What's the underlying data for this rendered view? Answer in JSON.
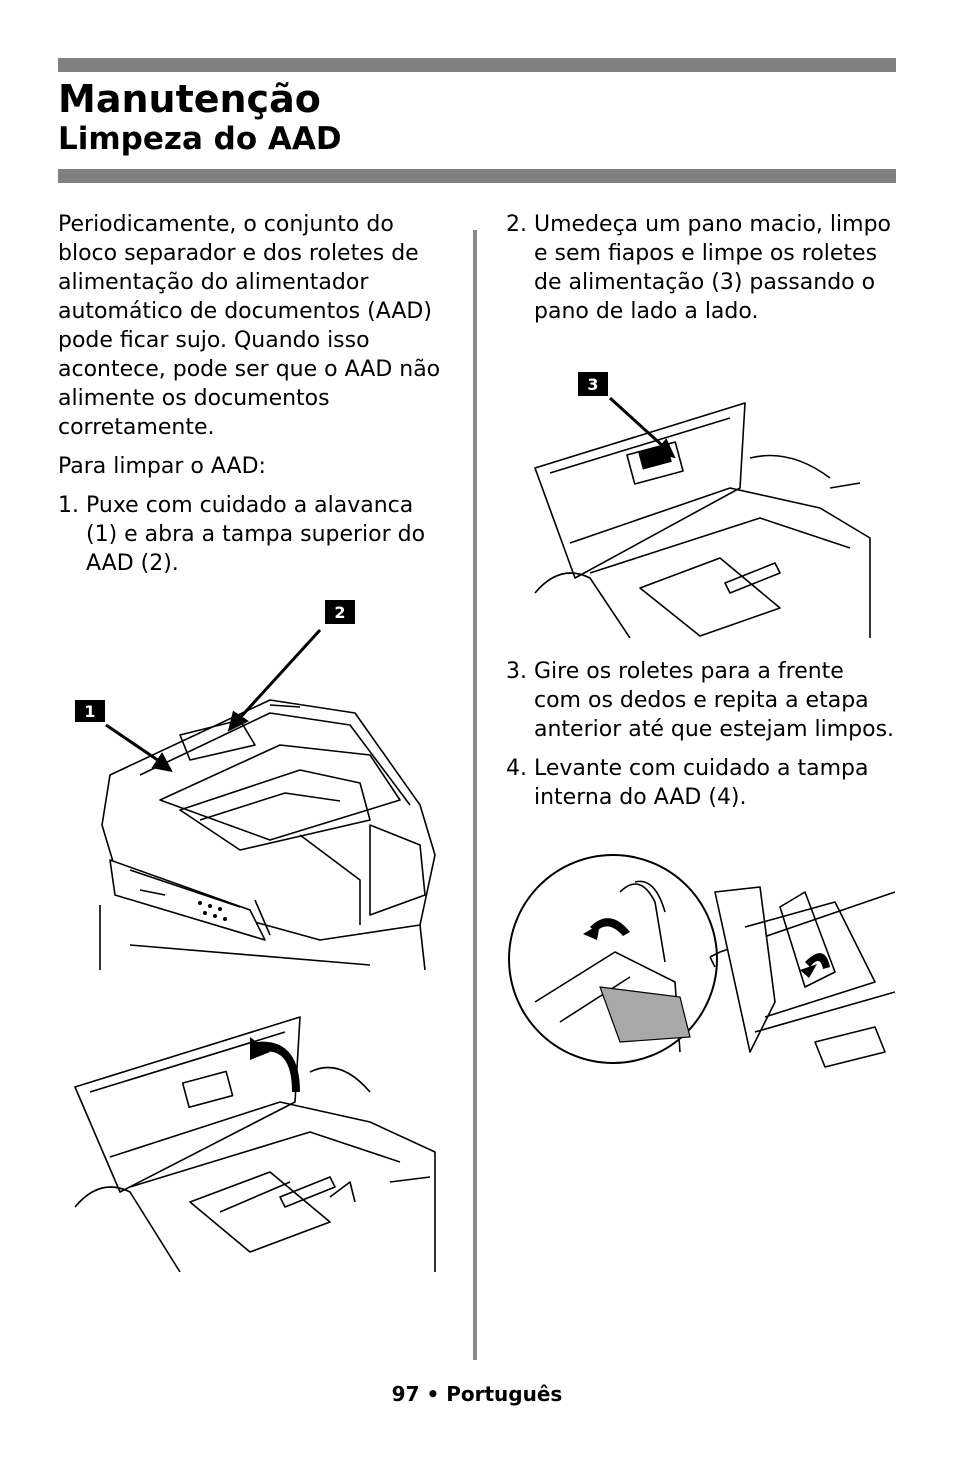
{
  "header": {
    "title": "Manutenção",
    "subtitle": "Limpeza do AAD"
  },
  "left_column": {
    "intro": "Periodicamente, o conjunto do bloco separador e dos roletes de alimentação do alimentador automático de documentos (AAD) pode ficar sujo. Quando isso acontece, pode ser que o AAD não alimente os documentos corretamente.",
    "lead": "Para limpar o AAD:",
    "step1_num": "1.",
    "step1_text": "Puxe com cuidado a alavanca (1) e abra a tampa superior do AAD (2)."
  },
  "right_column": {
    "step2_num": "2.",
    "step2_text": "Umedeça um pano macio, limpo e sem fiapos e limpe os roletes de alimentação (3) passando o pano de lado a lado.",
    "step3_num": "3.",
    "step3_text": "Gire os roletes para a frente com os dedos e repita a etapa anterior até que estejam limpos.",
    "step4_num": "4.",
    "step4_text": "Levante com cuidado a tampa interna do AAD (4)."
  },
  "figures": {
    "callout_1": "1",
    "callout_2": "2",
    "callout_3": "3"
  },
  "footer": {
    "page_number": "97",
    "bullet": "•",
    "language": "Português"
  }
}
